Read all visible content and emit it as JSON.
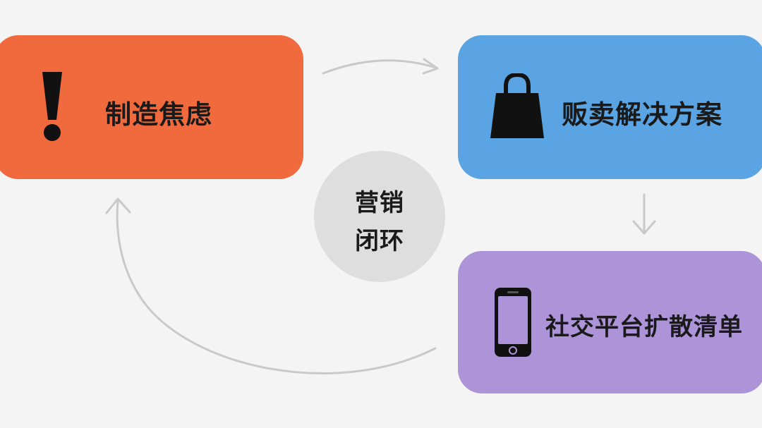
{
  "diagram": {
    "center": {
      "line1": "营销",
      "line2": "闭环"
    },
    "nodes": [
      {
        "id": "anxiety",
        "label": "制造焦虑",
        "icon": "exclamation-icon",
        "color": "#f06a3e"
      },
      {
        "id": "sell",
        "label": "贩卖解决方案",
        "icon": "shopping-bag-icon",
        "color": "#5aa4e3"
      },
      {
        "id": "social",
        "label": "社交平台扩散清单",
        "icon": "smartphone-icon",
        "color": "#ad93d8"
      }
    ],
    "center_color": "#dedede",
    "arrow_color": "#c8c8c8"
  }
}
